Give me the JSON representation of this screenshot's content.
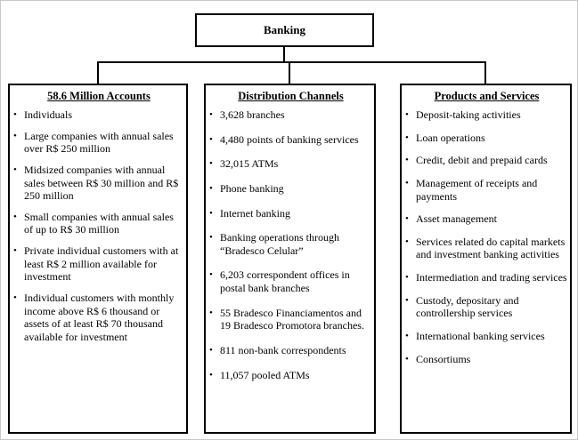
{
  "root": {
    "title": "Banking"
  },
  "icons": {
    "bullet": "•"
  },
  "columns": [
    {
      "header": "58.6 Million Accounts",
      "items": [
        "Individuals",
        "Large companies with annual sales over R$ 250 million",
        "Midsized companies with annual sales between R$ 30 million and R$ 250 million",
        "Small companies with annual sales of up to R$ 30 million",
        "Private individual customers with at least R$ 2 million available for investment",
        "Individual customers with monthly income above R$ 6 thousand or assets of at least R$ 70 thousand available for investment"
      ]
    },
    {
      "header": "Distribution Channels",
      "items": [
        "3,628 branches",
        "4,480 points of banking services",
        "32,015 ATMs",
        "Phone banking",
        "Internet banking",
        "Banking operations through “Bradesco Celular”",
        "6,203 correspondent offices in postal bank branches",
        "55 Bradesco Financiamentos and 19 Bradesco Promotora branches.",
        "811 non-bank correspondents",
        "11,057 pooled ATMs"
      ]
    },
    {
      "header": "Products and Services",
      "items": [
        "Deposit-taking activities",
        "Loan operations",
        "Credit, debit and prepaid cards",
        "Management of receipts and payments",
        "Asset management",
        "Services related do capital markets and investment banking activities",
        "Intermediation and trading services",
        "Custody, depositary and controllership services",
        "International banking services",
        "Consortiums"
      ]
    }
  ]
}
